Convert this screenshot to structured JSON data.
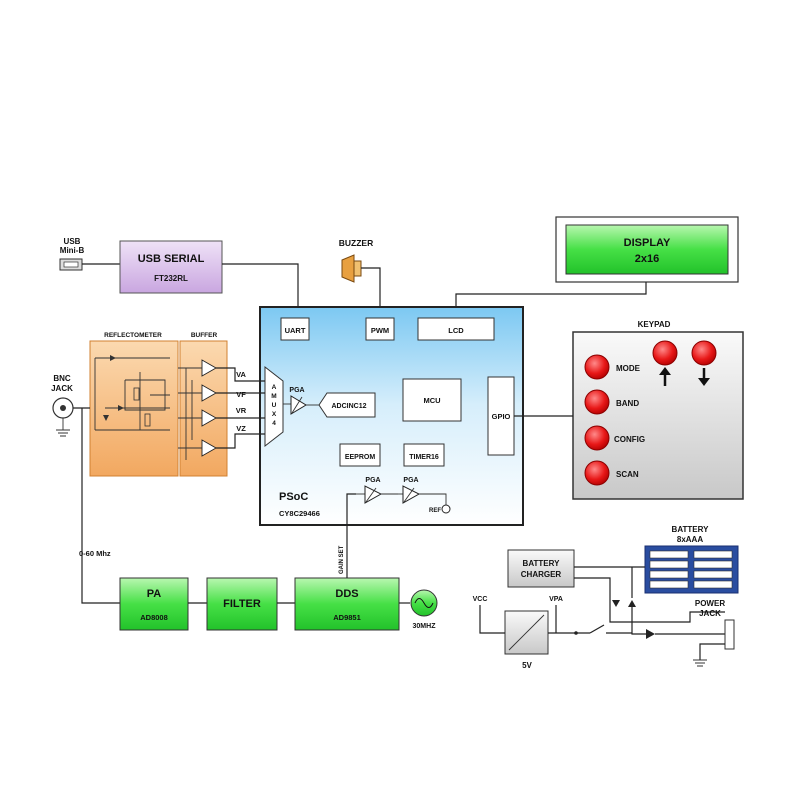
{
  "usb": {
    "jack_line1": "USB",
    "jack_line2": "Mini-B",
    "title": "USB SERIAL",
    "part": "FT232RL"
  },
  "buzzer": {
    "label": "BUZZER"
  },
  "display": {
    "title": "DISPLAY",
    "size": "2x16"
  },
  "keypad": {
    "title": "KEYPAD",
    "mode": "MODE",
    "band": "BAND",
    "config": "CONFIG",
    "scan": "SCAN"
  },
  "psoc": {
    "uart": "UART",
    "pwm": "PWM",
    "lcd": "LCD",
    "amux": [
      "A",
      "M",
      "U",
      "X",
      "4"
    ],
    "pga": "PGA",
    "adc": "ADCINC12",
    "mcu": "MCU",
    "gpio": "GPIO",
    "eeprom": "EEPROM",
    "timer": "TIMER16",
    "pga2": "PGA",
    "pga3": "PGA",
    "ref": "REF",
    "name": "PSoC",
    "part": "CY8C29466"
  },
  "front_end": {
    "reflectometer": "REFLECTOMETER",
    "buffer": "BUFFER",
    "bnc_line1": "BNC",
    "bnc_line2": "JACK",
    "va": "VA",
    "vf": "VF",
    "vr": "VR",
    "vz": "VZ"
  },
  "rf_chain": {
    "range": "0-60 Mhz",
    "pa": "PA",
    "pa_part": "AD8008",
    "filter": "FILTER",
    "dds": "DDS",
    "dds_part": "AD9851",
    "clock": "30MHZ",
    "gain_set": "GAIN SET"
  },
  "power": {
    "battery_title": "BATTERY",
    "battery_cells": "8xAAA",
    "charger_line1": "BATTERY",
    "charger_line2": "CHARGER",
    "vcc": "VCC",
    "vpa": "VPA",
    "regulator_v": "5V",
    "jack_line1": "POWER",
    "jack_line2": "JACK"
  }
}
